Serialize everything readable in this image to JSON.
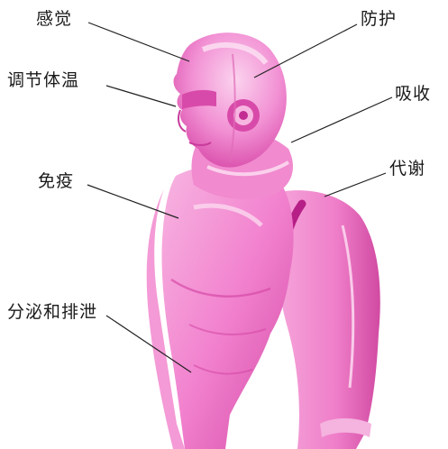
{
  "labels": {
    "sensation": "感觉",
    "protection": "防护",
    "thermoregulation": "调节体温",
    "absorption": "吸收",
    "immunity": "免疫",
    "metabolism": "代谢",
    "secretion_excretion": "分泌和排泄"
  },
  "colors": {
    "skin_main": "#f27fcd",
    "skin_light": "#f9c2e6",
    "skin_dark": "#d63fa6",
    "skin_deep": "#b51f86",
    "leader_line": "#222222",
    "text": "#1a1a1a"
  }
}
